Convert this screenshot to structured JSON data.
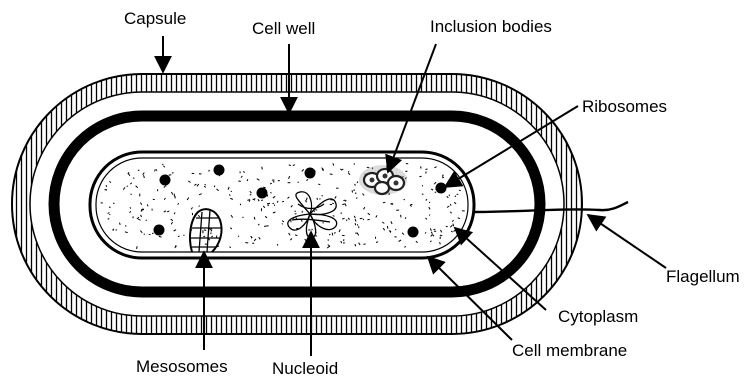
{
  "diagram": {
    "labels": {
      "capsule": "Capsule",
      "cell_wall": "Cell well",
      "inclusion_bodies": "Inclusion bodies",
      "ribosomes": "Ribosomes",
      "flagellum": "Flagellum",
      "cytoplasm": "Cytoplasm",
      "cell_membrane": "Cell membrane",
      "mesosomes": "Mesosomes",
      "nucleoid": "Nucleoid"
    }
  }
}
